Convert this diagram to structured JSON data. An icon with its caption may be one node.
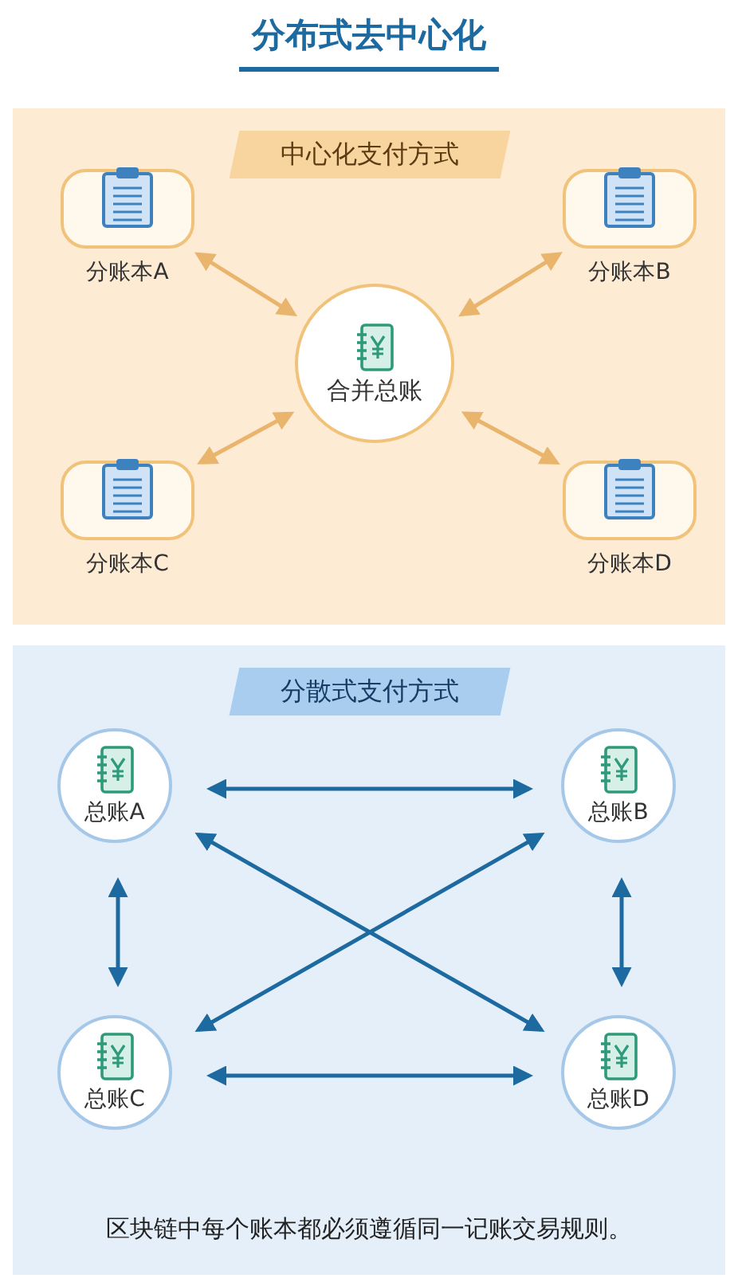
{
  "diagram": {
    "title": "分布式去中心化",
    "nodes": [
      {
        "text": [
          "中心化支付方式"
        ]
      },
      {
        "text": [
          "分账本A"
        ],
        "in": 0
      },
      {
        "text": [
          "分账本B"
        ],
        "in": 0
      },
      {
        "text": [
          "合并总账"
        ],
        "in": 0
      },
      {
        "text": [
          "分账本C"
        ],
        "in": 0
      },
      {
        "text": [
          "分账本D"
        ],
        "in": 0
      },
      {
        "text": [
          "分散式支付方式"
        ]
      },
      {
        "text": [
          "总账A"
        ],
        "in": 6
      },
      {
        "text": [
          "总账B"
        ],
        "in": 6
      },
      {
        "text": [
          "总账C"
        ],
        "in": 6
      },
      {
        "text": [
          "总账D"
        ],
        "in": 6
      }
    ],
    "edges": [
      {
        "from": 1,
        "to": 3,
        "arrow": "both",
        "color": "#e9b46c"
      },
      {
        "from": 2,
        "to": 3,
        "arrow": "both",
        "color": "#e9b46c"
      },
      {
        "from": 4,
        "to": 3,
        "arrow": "both",
        "color": "#e9b46c"
      },
      {
        "from": 5,
        "to": 3,
        "arrow": "both",
        "color": "#e9b46c"
      },
      {
        "from": 7,
        "to": 8,
        "arrow": "both",
        "color": "#1d6aa0"
      },
      {
        "from": 7,
        "to": 9,
        "arrow": "both",
        "color": "#1d6aa0"
      },
      {
        "from": 8,
        "to": 10,
        "arrow": "both",
        "color": "#1d6aa0"
      },
      {
        "from": 9,
        "to": 10,
        "arrow": "both",
        "color": "#1d6aa0"
      },
      {
        "from": 7,
        "to": 10,
        "arrow": "both",
        "color": "#1d6aa0"
      },
      {
        "from": 8,
        "to": 9,
        "arrow": "both",
        "color": "#1d6aa0"
      }
    ],
    "caption": "区块链中每个账本都必须遵循同一记账交易规则。"
  }
}
